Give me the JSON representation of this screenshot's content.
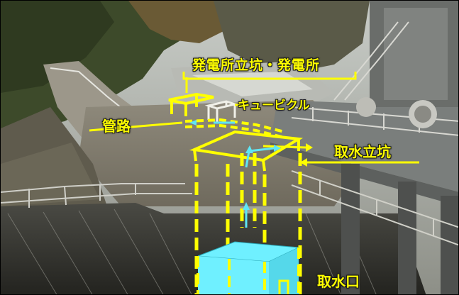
{
  "labels": {
    "powerhouse": "発電所立坑・発電所",
    "cubicle": "キュービクル",
    "pipeline": "管路",
    "intake_shaft": "取水立坑",
    "intake": "取水口"
  },
  "colors": {
    "annotation": "#ffff00",
    "water_flow": "#5fe6f5",
    "intake_box": "#6ff0ff"
  }
}
